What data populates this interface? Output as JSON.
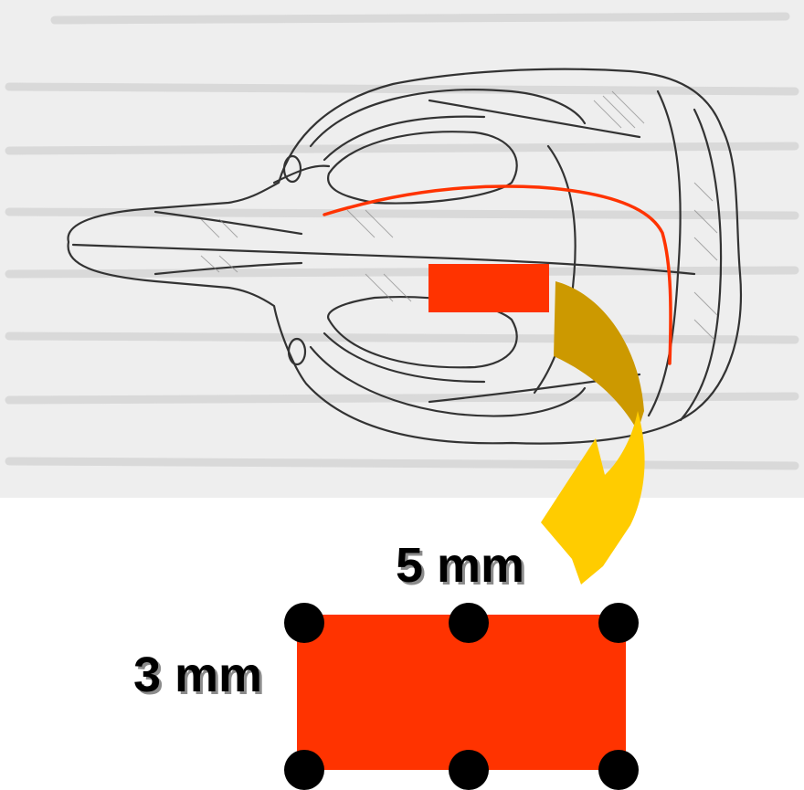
{
  "diagram": {
    "width_label": "5 mm",
    "height_label": "3 mm",
    "colors": {
      "window": "#ff3300",
      "incision_line": "#ff3300",
      "arrow_upper": "#cc9900",
      "arrow_lower": "#ffcc00",
      "electrode_dot": "#000000",
      "paper_background": "#eeeeee",
      "sketch_line": "#333333"
    },
    "electrode_count": 6
  }
}
